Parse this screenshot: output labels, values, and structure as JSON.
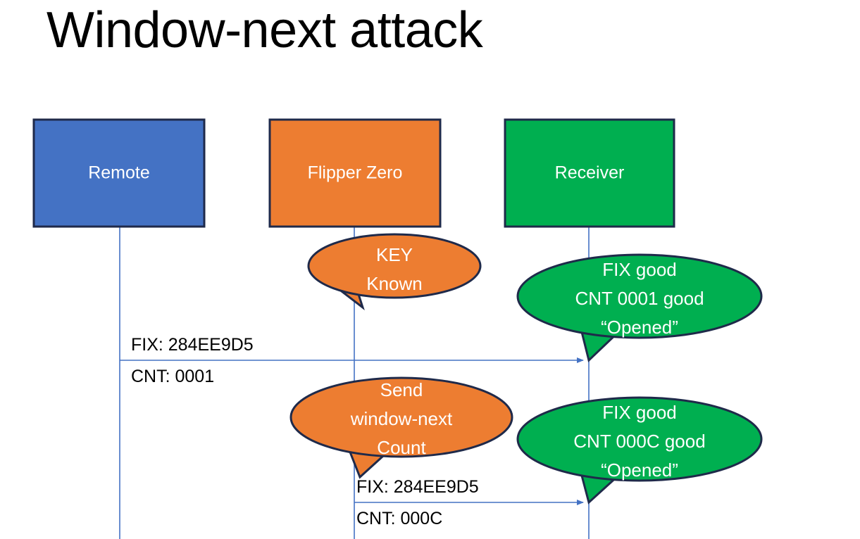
{
  "slide": {
    "title": "Window-next attack",
    "background": "#ffffff"
  },
  "colors": {
    "remote": "#4472C4",
    "flipper": "#ED7D31",
    "receiver": "#00AF50",
    "outline": "#1F2A4A",
    "line": "#4472C4",
    "text_dark": "#000000",
    "text_light": "#ffffff"
  },
  "actors": [
    {
      "id": "remote",
      "label": "Remote",
      "color": "#4472C4"
    },
    {
      "id": "flipper",
      "label": "Flipper Zero",
      "color": "#ED7D31"
    },
    {
      "id": "receiver",
      "label": "Receiver",
      "color": "#00AF50"
    }
  ],
  "callouts": [
    {
      "id": "key-known",
      "actor": "flipper",
      "color": "#ED7D31",
      "lines": [
        "KEY",
        "Known"
      ]
    },
    {
      "id": "receiver-ok-0001",
      "actor": "receiver",
      "color": "#00AF50",
      "lines": [
        "FIX good",
        "CNT 0001 good",
        "“Opened”"
      ]
    },
    {
      "id": "send-window-next",
      "actor": "flipper",
      "color": "#ED7D31",
      "lines": [
        "Send",
        "window-next",
        "Count"
      ]
    },
    {
      "id": "receiver-ok-000C",
      "actor": "receiver",
      "color": "#00AF50",
      "lines": [
        "FIX good",
        "CNT 000C good",
        "“Opened”"
      ]
    }
  ],
  "messages": [
    {
      "id": "msg-remote-to-receiver",
      "from": "remote",
      "to": "receiver",
      "line_fix": "FIX: 284EE9D5",
      "line_cnt": "CNT: 0001"
    },
    {
      "id": "msg-flipper-to-receiver",
      "from": "flipper",
      "to": "receiver",
      "line_fix": "FIX: 284EE9D5",
      "line_cnt": "CNT: 000C"
    }
  ]
}
